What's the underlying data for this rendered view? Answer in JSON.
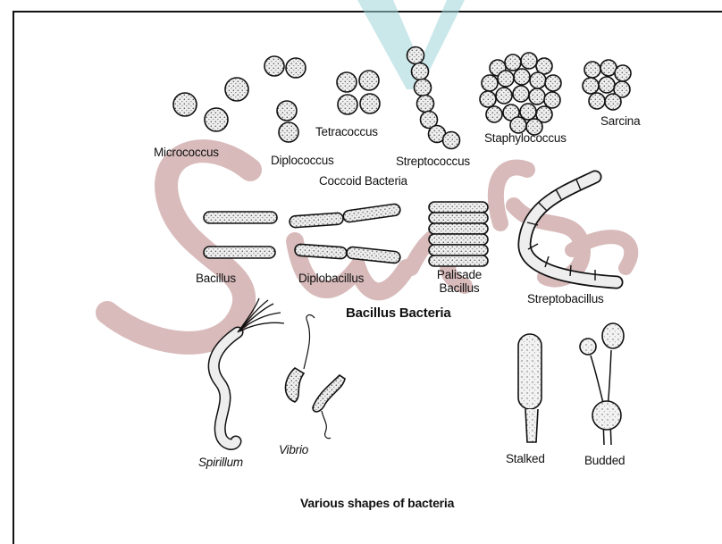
{
  "colors": {
    "watermark": "#c9a3a3",
    "watermark_v": "#9fd6d8",
    "ink": "#111111",
    "cell_fill": "#e9e9e9"
  },
  "coccoid": {
    "items": [
      "Micrococcus",
      "Diplococcus",
      "Tetracoccus",
      "Streptococcus",
      "Staphylococcus",
      "Sarcina"
    ],
    "heading": "Coccoid Bacteria"
  },
  "bacillus": {
    "items": [
      "Bacillus",
      "Diplobacillus",
      "Palisade",
      "Bacillus",
      "Streptobacillus"
    ],
    "heading": "Bacillus Bacteria"
  },
  "other": {
    "items": [
      "Spirillum",
      "Vibrio",
      "Stalked",
      "Budded"
    ]
  },
  "caption": "Various shapes of bacteria"
}
